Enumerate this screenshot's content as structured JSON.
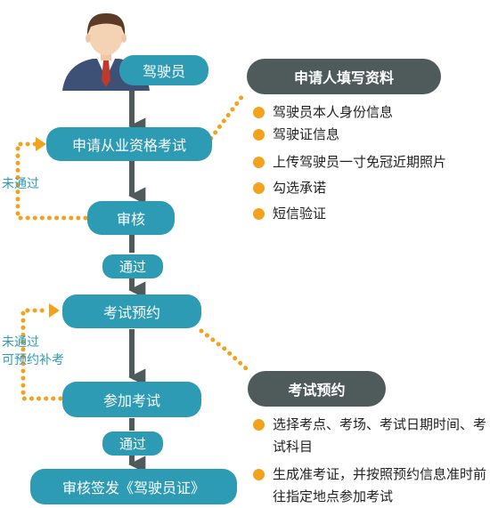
{
  "flow": {
    "driver": "驾驶员",
    "apply": "申请从业资格考试",
    "review": "审核",
    "pass_1": "通过",
    "booking": "考试预约",
    "exam": "参加考试",
    "pass_2": "通过",
    "issue": "审核签发《驾驶员证》",
    "fail_1": "未通过",
    "fail_2_line1": "未通过",
    "fail_2_line2": "可预约补考"
  },
  "panel_apply": {
    "title": "申请人填写资料",
    "items": [
      "驾驶员本人身份信息",
      "驾驶证信息",
      "上传驾驶员一寸免冠近期照片",
      "勾选承诺",
      "短信验证"
    ]
  },
  "panel_booking": {
    "title": "考试预约",
    "items": [
      "选择考点、考场、考试日期时间、考试科目",
      "生成准考证，并按照预约信息准时前往指定地点参加考试"
    ]
  },
  "colors": {
    "pill": "#2e9bb5",
    "header": "#4f5b5b",
    "bullet": "#f3a21d",
    "arrow": "#4f5b5b",
    "dotted": "#f3a21d"
  },
  "icons": {
    "avatar": "businessman-avatar-icon"
  }
}
